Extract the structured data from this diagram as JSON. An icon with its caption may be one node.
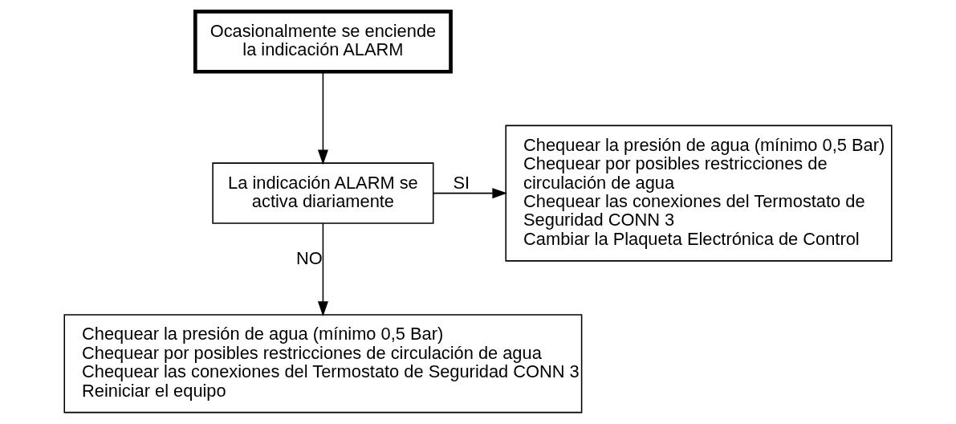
{
  "diagram": {
    "nodes": [
      {
        "text": [
          "Ocasionalmente se enciende la indicación ALARM"
        ]
      },
      {
        "text": [
          "La indicación ALARM se activa diariamente"
        ]
      },
      {
        "text": [
          "Chequear la presión de agua (mínimo 0,5 Bar)",
          "Chequear por posibles restricciones de circulación de agua",
          "Chequear las conexiones del Termostato de Seguridad CONN 3",
          "Cambiar la Plaqueta Electrónica de Control"
        ]
      },
      {
        "text": [
          "Chequear la presión de agua (mínimo 0,5 Bar)",
          "Chequear por posibles restricciones de circulación de agua",
          "Chequear las conexiones del Termostato de Seguridad CONN 3",
          "Reiniciar el equipo"
        ]
      }
    ],
    "edges": [
      {
        "from": 0,
        "to": 1,
        "arrow": "to"
      },
      {
        "from": 1,
        "to": 2,
        "arrow": "to",
        "label": "SI"
      },
      {
        "from": 1,
        "to": 3,
        "arrow": "to",
        "label": "NO"
      }
    ]
  }
}
